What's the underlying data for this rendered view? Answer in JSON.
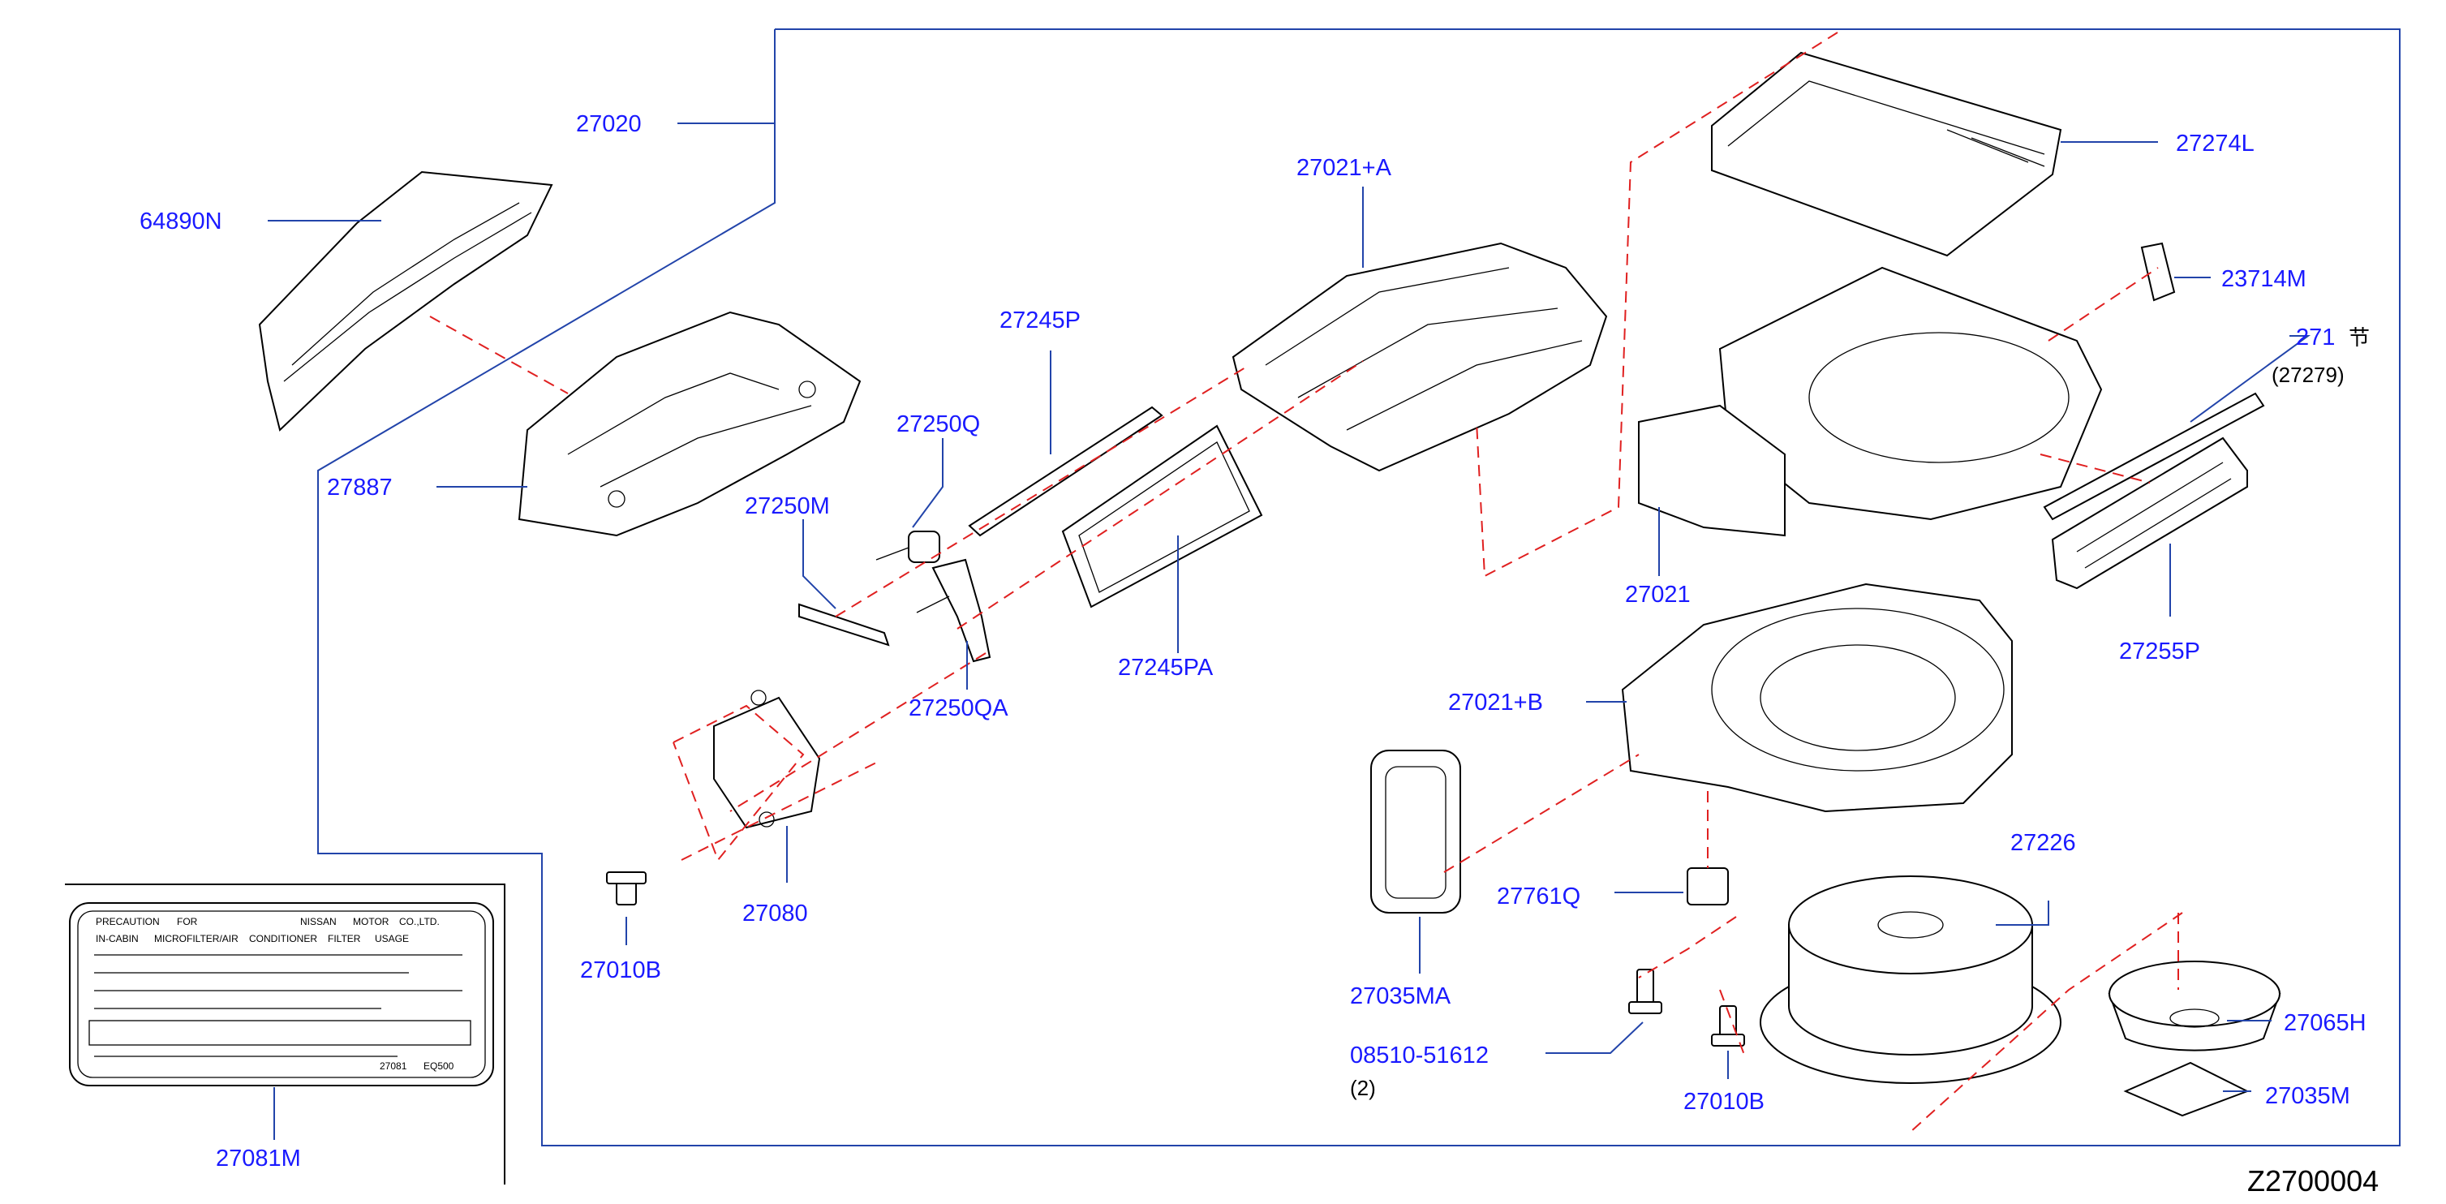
{
  "diagram_code": "Z2700004",
  "parts": {
    "p64890N": "64890N",
    "p27020": "27020",
    "p27887": "27887",
    "p27250M": "27250M",
    "p27250Q": "27250Q",
    "p27250QA": "27250QA",
    "p27245P": "27245P",
    "p27245PA": "27245PA",
    "p27021A": "27021+A",
    "p27274L": "27274L",
    "p23714M": "23714M",
    "p271": "271",
    "p27279": "(27279)",
    "p27021": "27021",
    "p27255P": "27255P",
    "p27021B": "27021+B",
    "p27080": "27080",
    "p27010B_left": "27010B",
    "p27081M": "27081M",
    "p27035MA": "27035MA",
    "p27761Q": "27761Q",
    "p08510": "08510-51612",
    "p08510_qty": "(2)",
    "p27010B_right": "27010B",
    "p27226": "27226",
    "p27065H": "27065H",
    "p27035M": "27035M"
  },
  "symbol_glyph": "节",
  "label_card": {
    "line1_left": "PRECAUTION",
    "line1_for": "FOR",
    "line1_nissan": "NISSAN",
    "line1_motor": "MOTOR",
    "line1_co": "CO.,LTD.",
    "line2_cabin": "IN-CABIN",
    "line2_micro": "MICROFILTER/AIR",
    "line2_cond": "CONDITIONER",
    "line2_filter": "FILTER",
    "line2_usage": "USAGE",
    "foot_code": "27081",
    "foot_ref": "EQ500"
  }
}
